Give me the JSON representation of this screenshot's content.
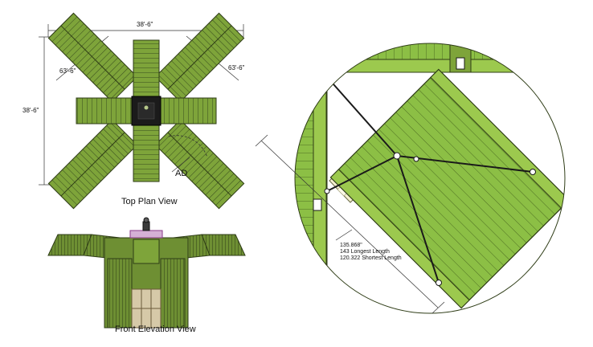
{
  "colors": {
    "panel_green": "#7ea43a",
    "panel_dark": "#2f3d17",
    "light_green": "#9cc94e",
    "detail_green": "#8cbf45",
    "cream": "#f3efcf",
    "hub_dark": "#1b1b1b",
    "magenta": "#b02fb0",
    "tan": "#d6c9a8"
  },
  "top_plan": {
    "title": "Top Plan View",
    "dim_width": "38'-6\"",
    "dim_height": "38'-6\"",
    "dim_diag_left": "63'-6\"",
    "dim_diag_right": "63'-6\"",
    "callout": "AD"
  },
  "front_elevation": {
    "title": "Front Elevation View"
  },
  "detail": {
    "lengths": [
      "135.868\"",
      "143 Longest Length",
      "120.322 Shortest Length"
    ]
  }
}
